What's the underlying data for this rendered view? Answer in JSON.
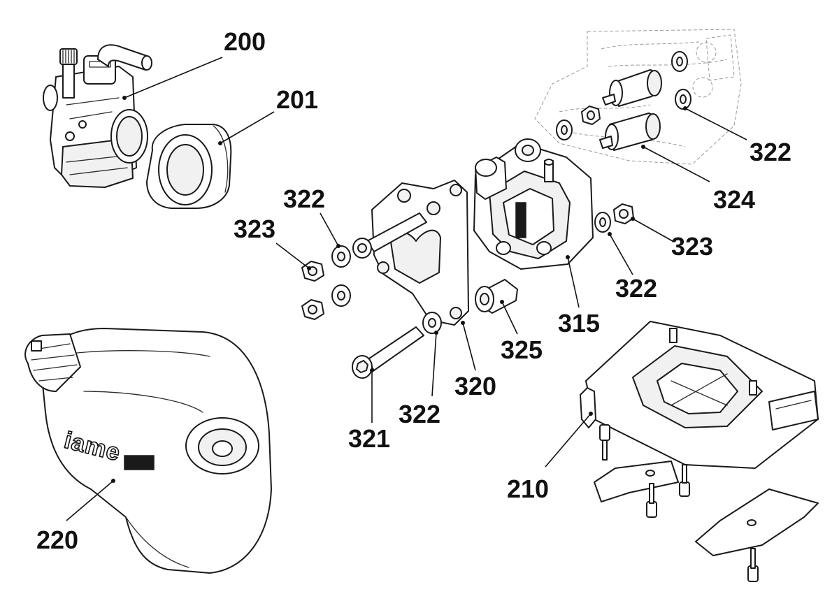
{
  "diagram": {
    "brand_mark": "iame",
    "callouts": [
      {
        "id": "c200a",
        "label": "200"
      },
      {
        "id": "c201a",
        "label": "201"
      },
      {
        "id": "c322a",
        "label": "322"
      },
      {
        "id": "c324a",
        "label": "324"
      },
      {
        "id": "c323a",
        "label": "323"
      },
      {
        "id": "c322b",
        "label": "322"
      },
      {
        "id": "c322c",
        "label": "322"
      },
      {
        "id": "c323b",
        "label": "323"
      },
      {
        "id": "c315a",
        "label": "315"
      },
      {
        "id": "c325a",
        "label": "325"
      },
      {
        "id": "c320a",
        "label": "320"
      },
      {
        "id": "c322d",
        "label": "322"
      },
      {
        "id": "c321a",
        "label": "321"
      },
      {
        "id": "c210a",
        "label": "210"
      },
      {
        "id": "c220a",
        "label": "220"
      }
    ]
  }
}
